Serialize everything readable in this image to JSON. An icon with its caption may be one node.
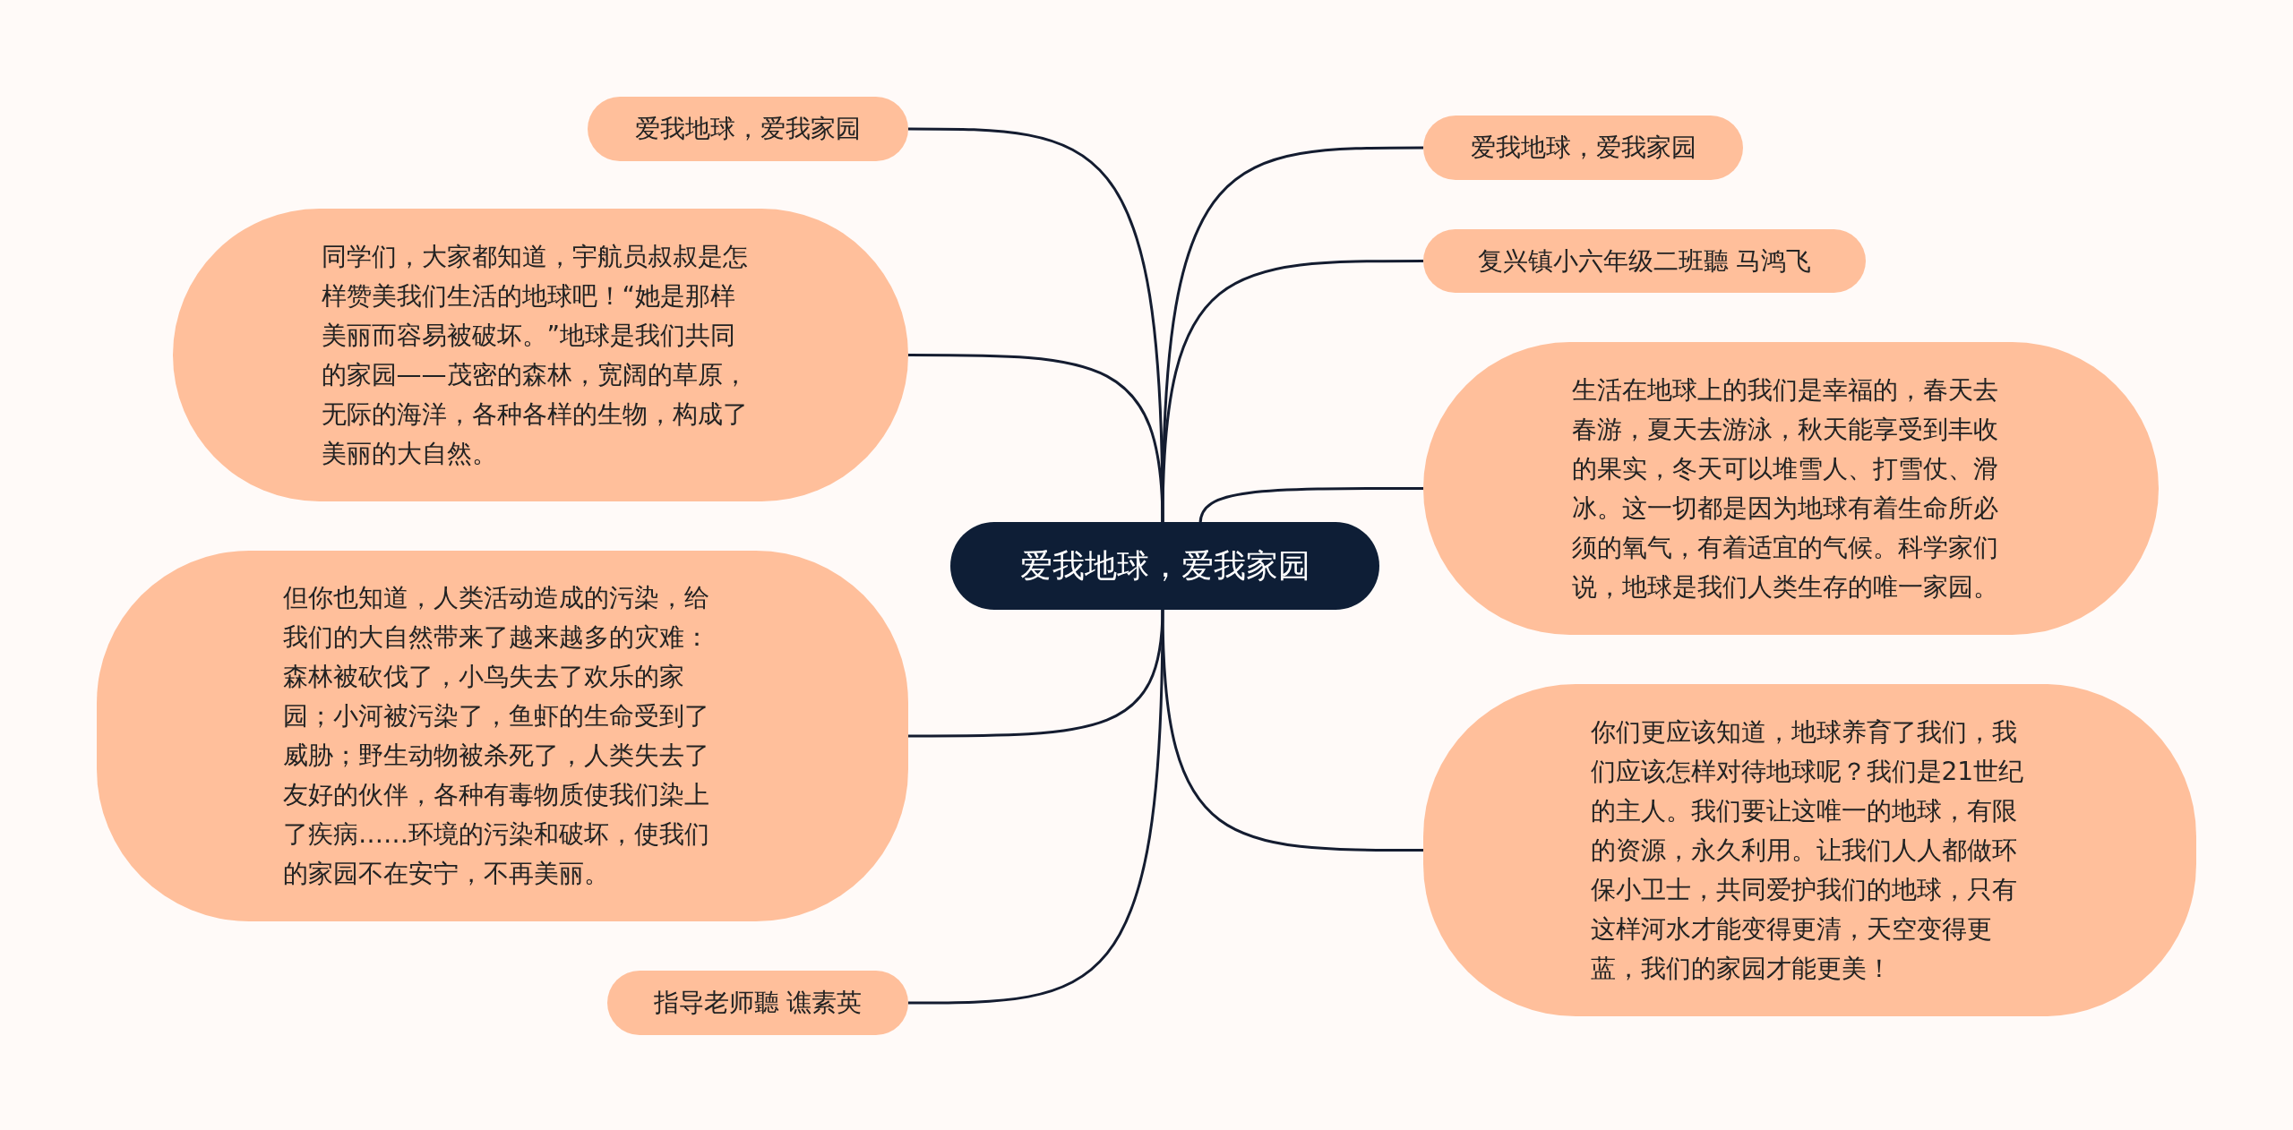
{
  "diagram": {
    "nodes": [
      {
        "text": [
          "爱我地球，爱我家园"
        ]
      },
      {
        "text": [
          "爱我地球，爱我家园"
        ]
      },
      {
        "text": [
          "复兴镇小六年级二班聽 马鸿飞"
        ]
      },
      {
        "text": [
          "生活在地球上的我们是幸福的，春天去春游，夏天去游泳，秋天能享受到丰收的果实，冬天可以堆雪人、打雪仗、滑冰。这一切都是因为地球有着生命所必须的氧气，有着适宜的气候。科学家们说，地球是我们人类生存的唯一家园。"
        ]
      },
      {
        "text": [
          "你们更应该知道，地球养育了我们，我们应该怎样对待地球呢？我们是21世纪的主人。我们要让这唯一的地球，有限的资源，永久利用。让我们人人都做环保小卫士，共同爱护我们的地球，只有这样河水才能变得更清，天空变得更蓝，我们的家园才能更美！"
        ]
      },
      {
        "text": [
          "爱我地球，爱我家园"
        ]
      },
      {
        "text": [
          "同学们，大家都知道，宇航员叔叔是怎样赞美我们生活的地球吧！“她是那样美丽而容易被破坏。”地球是我们共同的家园——茂密的森林，宽阔的草原，无际的海洋，各种各样的生物，构成了美丽的大自然。"
        ]
      },
      {
        "text": [
          "但你也知道，人类活动造成的污染，给我们的大自然带来了越来越多的灾难：森林被砍伐了，小鸟失去了欢乐的家园；小河被污染了，鱼虾的生命受到了威胁；野生动物被杀死了，人类失去了友好的伙伴，各种有毒物质使我们染上了疾病……环境的污染和破坏，使我们的家园不在安宁，不再美丽。"
        ]
      },
      {
        "text": [
          "指导老师聽 谯素英"
        ]
      }
    ],
    "edges": [
      {
        "from": 0,
        "to": 1,
        "arrow": "none"
      },
      {
        "from": 0,
        "to": 2,
        "arrow": "none"
      },
      {
        "from": 0,
        "to": 3,
        "arrow": "none"
      },
      {
        "from": 0,
        "to": 4,
        "arrow": "none"
      },
      {
        "from": 0,
        "to": 5,
        "arrow": "none"
      },
      {
        "from": 0,
        "to": 6,
        "arrow": "none"
      },
      {
        "from": 0,
        "to": 7,
        "arrow": "none"
      },
      {
        "from": 0,
        "to": 8,
        "arrow": "none"
      }
    ]
  }
}
